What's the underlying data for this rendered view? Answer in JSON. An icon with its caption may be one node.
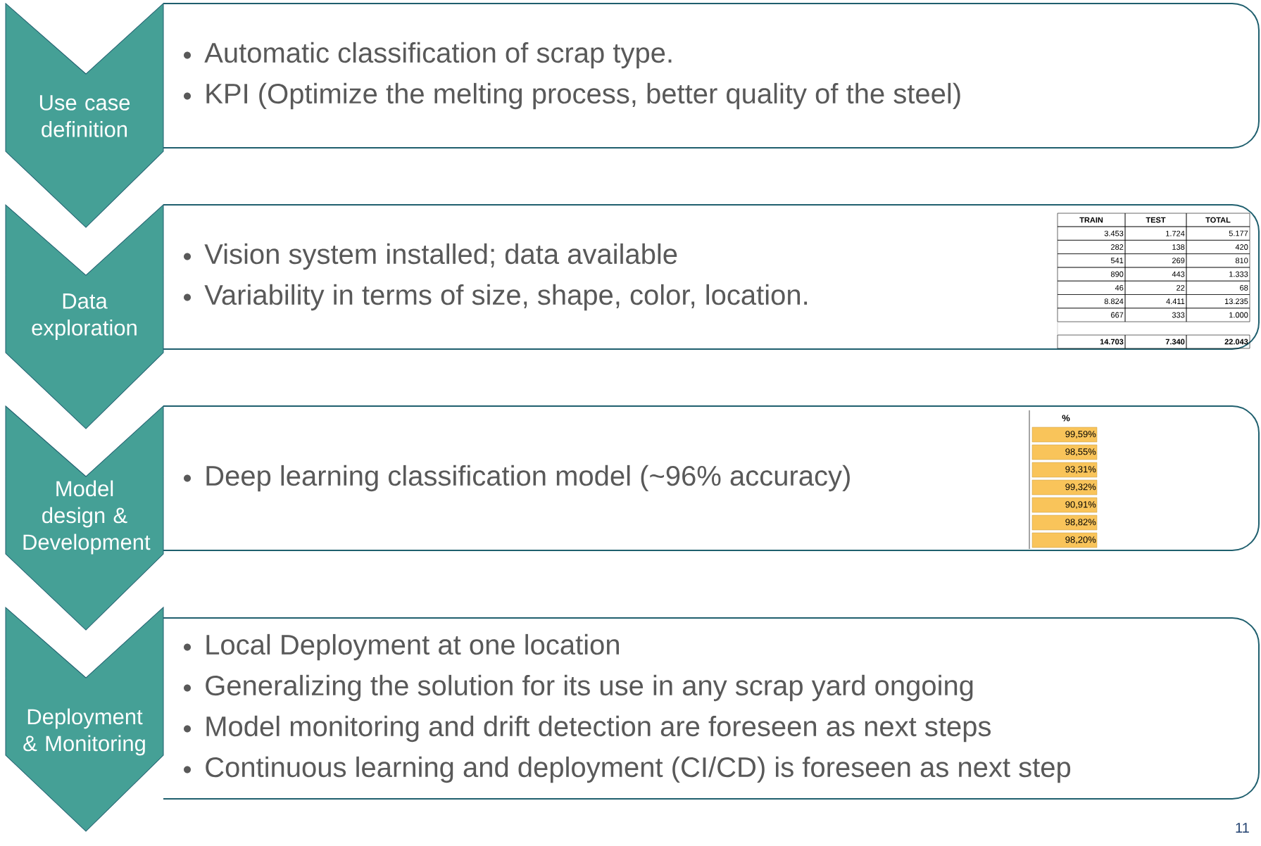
{
  "diagram": {
    "nodes": [
      {
        "text": [
          "Use case definition"
        ]
      },
      {
        "text": [
          "Automatic classification of scrap type.",
          "KPI (Optimize the melting process, better quality of the steel)"
        ]
      },
      {
        "text": [
          "Data exploration"
        ]
      },
      {
        "text": [
          "Vision system installed; data available",
          "Variability in terms of size, shape, color, location."
        ]
      },
      {
        "text": [
          "Model design & Development"
        ]
      },
      {
        "text": [
          "Deep learning classification model (~96% accuracy)"
        ]
      },
      {
        "text": [
          "Deployment & Monitoring"
        ]
      },
      {
        "text": [
          "Local Deployment at one location",
          "Generalizing the solution for its use in any scrap yard ongoing",
          "Model monitoring and drift detection are foreseen as next steps",
          "Continuous learning and deployment (CI/CD) is foreseen as next step"
        ]
      }
    ],
    "labels": [
      "TRAIN",
      "TEST",
      "TOTAL",
      "3.453",
      "1.724",
      "5.177",
      "282",
      "138",
      "420",
      "541",
      "269",
      "810",
      "890",
      "443",
      "1.333",
      "46",
      "22",
      "68",
      "8.824",
      "4.411",
      "13.235",
      "667",
      "333",
      "1.000",
      "14.703",
      "7.340",
      "22.043",
      "%",
      "99,59%",
      "98,55%",
      "93,31%",
      "99,32%",
      "90,91%",
      "98,82%",
      "98,20%",
      "11"
    ]
  }
}
